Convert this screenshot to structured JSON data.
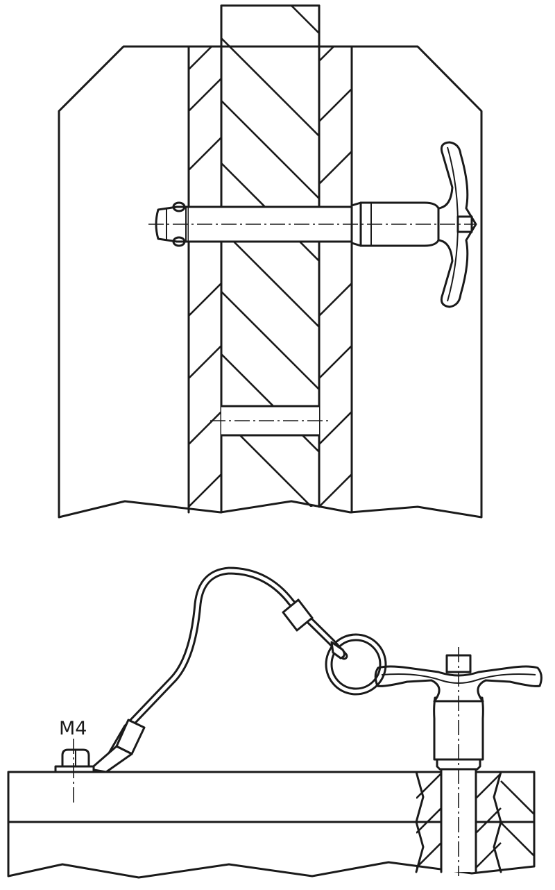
{
  "drawing": {
    "upper_view": {
      "subject": "t-handle-pin-inserted-through-plates"
    },
    "lower_view": {
      "subject": "t-handle-pin-with-lanyard-cable-and-ring",
      "thread_label": "M4"
    }
  },
  "colors": {
    "line": "#1a1a1a",
    "background": "#ffffff"
  }
}
